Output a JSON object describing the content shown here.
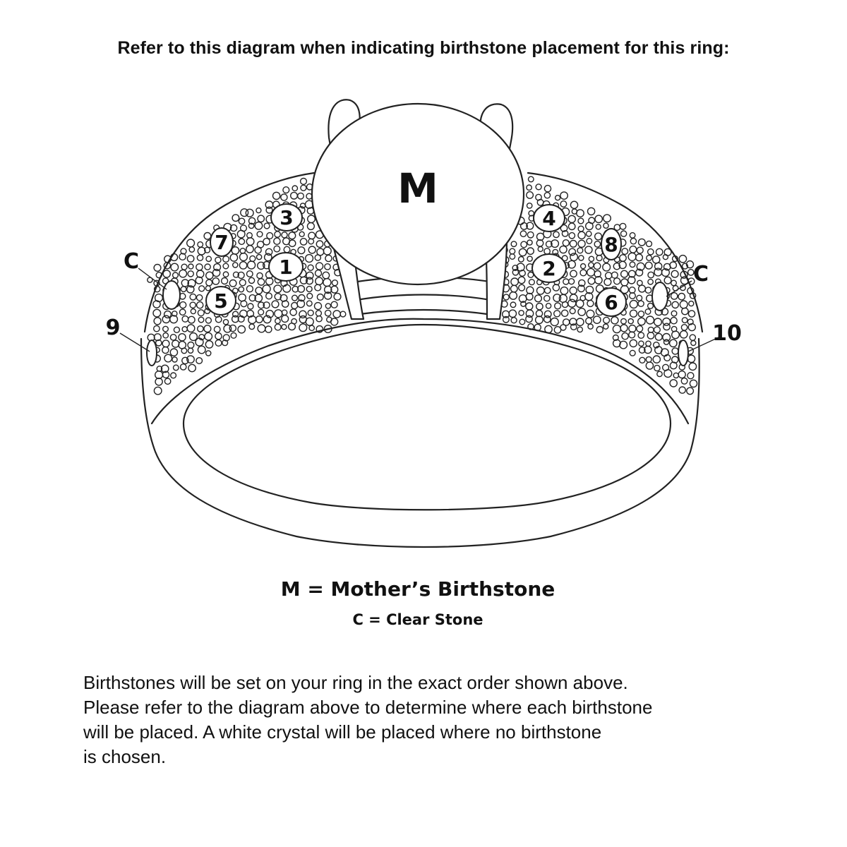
{
  "heading": "Refer to this diagram when indicating birthstone placement for this ring:",
  "diagram": {
    "center_stone": "M",
    "stone_labels": [
      "1",
      "2",
      "3",
      "4",
      "5",
      "6",
      "7",
      "8",
      "9",
      "10"
    ],
    "clear_label_left": "C",
    "clear_label_right": "C"
  },
  "legend": {
    "mother": "M = Mother’s Birthstone",
    "clear": "C = Clear Stone"
  },
  "notes": [
    "Birthstones will be set on your ring in the exact order shown above.",
    "Please refer to the diagram above to determine where each birthstone",
    "will be placed. A white crystal will be placed where no birthstone",
    "is chosen."
  ]
}
